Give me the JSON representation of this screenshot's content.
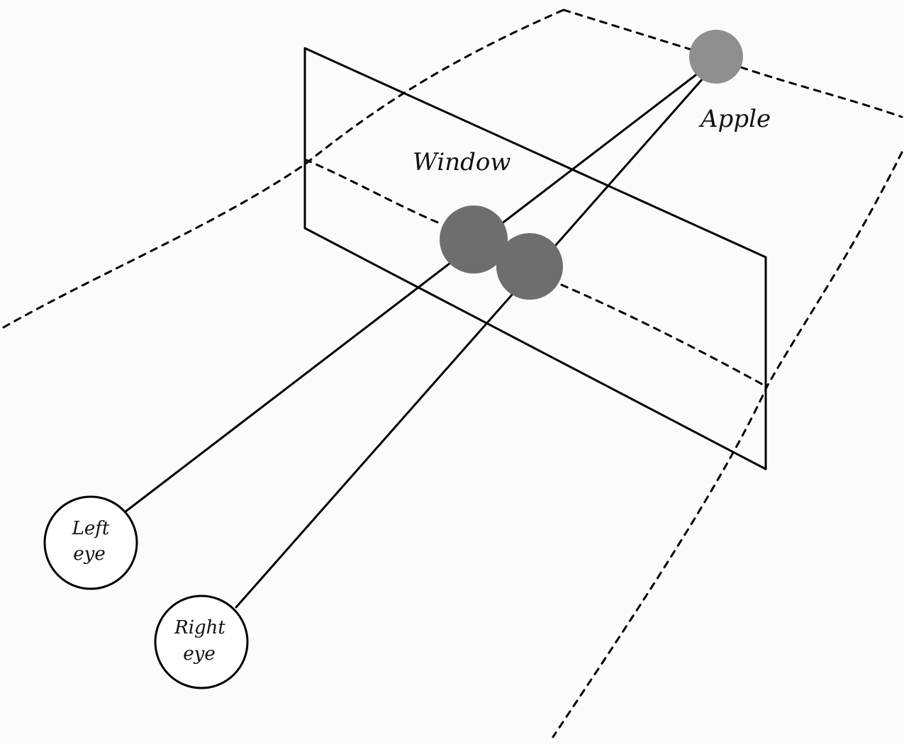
{
  "labels": {
    "apple": "Apple",
    "window": "Window",
    "left_eye_line1": "Left",
    "left_eye_line2": "eye",
    "right_eye_line1": "Right",
    "right_eye_line2": "eye"
  },
  "colors": {
    "line": "#000000",
    "background": "#fbfbfa",
    "apple_fill": "#8f8f8f",
    "window_image_fill": "#6e6e6e",
    "eye_fill": "#ffffff"
  }
}
